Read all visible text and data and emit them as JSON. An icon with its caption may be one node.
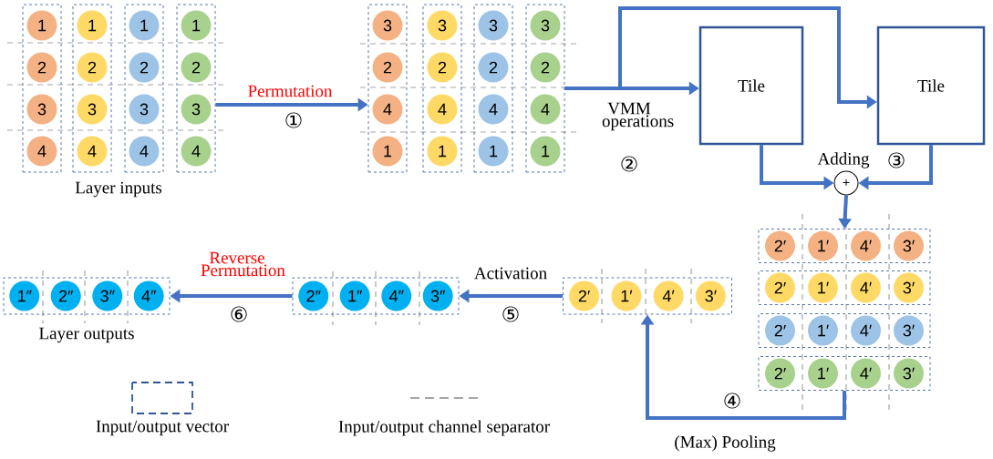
{
  "diagram": {
    "nodes": [
      {
        "text": [],
        "shape": "box"
      },
      {
        "text": [
          "1"
        ],
        "in": 0
      },
      {
        "text": [
          "2"
        ],
        "in": 0
      },
      {
        "text": [
          "3"
        ],
        "in": 0
      },
      {
        "text": [
          "4"
        ],
        "in": 0
      },
      {
        "text": [],
        "shape": "box"
      },
      {
        "text": [
          "1"
        ],
        "in": 5
      },
      {
        "text": [
          "2"
        ],
        "in": 5
      },
      {
        "text": [
          "3"
        ],
        "in": 5
      },
      {
        "text": [
          "4"
        ],
        "in": 5
      },
      {
        "text": [],
        "shape": "box"
      },
      {
        "text": [
          "1"
        ],
        "in": 10
      },
      {
        "text": [
          "2"
        ],
        "in": 10
      },
      {
        "text": [
          "3"
        ],
        "in": 10
      },
      {
        "text": [
          "4"
        ],
        "in": 10
      },
      {
        "text": [],
        "shape": "box"
      },
      {
        "text": [
          "1"
        ],
        "in": 15
      },
      {
        "text": [
          "2"
        ],
        "in": 15
      },
      {
        "text": [
          "3"
        ],
        "in": 15
      },
      {
        "text": [
          "4"
        ],
        "in": 15
      },
      {
        "text": [],
        "shape": "box"
      },
      {
        "text": [
          "3"
        ],
        "in": 20
      },
      {
        "text": [
          "2"
        ],
        "in": 20
      },
      {
        "text": [
          "4"
        ],
        "in": 20
      },
      {
        "text": [
          "1"
        ],
        "in": 20
      },
      {
        "text": [],
        "shape": "box"
      },
      {
        "text": [
          "3"
        ],
        "in": 25
      },
      {
        "text": [
          "2"
        ],
        "in": 25
      },
      {
        "text": [
          "4"
        ],
        "in": 25
      },
      {
        "text": [
          "1"
        ],
        "in": 25
      },
      {
        "text": [],
        "shape": "box"
      },
      {
        "text": [
          "3"
        ],
        "in": 30
      },
      {
        "text": [
          "2"
        ],
        "in": 30
      },
      {
        "text": [
          "4"
        ],
        "in": 30
      },
      {
        "text": [
          "1"
        ],
        "in": 30
      },
      {
        "text": [],
        "shape": "box"
      },
      {
        "text": [
          "3"
        ],
        "in": 35
      },
      {
        "text": [
          "2"
        ],
        "in": 35
      },
      {
        "text": [
          "4"
        ],
        "in": 35
      },
      {
        "text": [
          "1"
        ],
        "in": 35
      },
      {
        "text": [
          "Tile"
        ]
      },
      {
        "text": [
          "Tile"
        ]
      },
      {
        "text": [
          "+"
        ],
        "beside": [
          "Adding"
        ]
      },
      {
        "text": [],
        "shape": "box"
      },
      {
        "text": [
          "2′"
        ],
        "in": 43
      },
      {
        "text": [
          "1′"
        ],
        "in": 43
      },
      {
        "text": [
          "4′"
        ],
        "in": 43
      },
      {
        "text": [
          "3′"
        ],
        "in": 43
      },
      {
        "text": [],
        "shape": "box"
      },
      {
        "text": [
          "2′"
        ],
        "in": 48
      },
      {
        "text": [
          "1′"
        ],
        "in": 48
      },
      {
        "text": [
          "4′"
        ],
        "in": 48
      },
      {
        "text": [
          "3′"
        ],
        "in": 48
      },
      {
        "text": [],
        "shape": "box"
      },
      {
        "text": [
          "2′"
        ],
        "in": 53
      },
      {
        "text": [
          "1′"
        ],
        "in": 53
      },
      {
        "text": [
          "4′"
        ],
        "in": 53
      },
      {
        "text": [
          "3′"
        ],
        "in": 53
      },
      {
        "text": [],
        "shape": "box"
      },
      {
        "text": [
          "2′"
        ],
        "in": 58
      },
      {
        "text": [
          "1′"
        ],
        "in": 58
      },
      {
        "text": [
          "4′"
        ],
        "in": 58
      },
      {
        "text": [
          "3′"
        ],
        "in": 58
      },
      {
        "text": [],
        "shape": "box"
      },
      {
        "text": [
          "2′"
        ],
        "in": 63
      },
      {
        "text": [
          "1′"
        ],
        "in": 63
      },
      {
        "text": [
          "4′"
        ],
        "in": 63
      },
      {
        "text": [
          "3′"
        ],
        "in": 63
      },
      {
        "text": [],
        "shape": "box"
      },
      {
        "text": [
          "2″"
        ],
        "in": 68
      },
      {
        "text": [
          "1″"
        ],
        "in": 68
      },
      {
        "text": [
          "4″"
        ],
        "in": 68
      },
      {
        "text": [
          "3″"
        ],
        "in": 68
      },
      {
        "text": [],
        "shape": "box"
      },
      {
        "text": [
          "1″"
        ],
        "in": 73
      },
      {
        "text": [
          "2″"
        ],
        "in": 73
      },
      {
        "text": [
          "3″"
        ],
        "in": 73
      },
      {
        "text": [
          "4″"
        ],
        "in": 73
      }
    ],
    "edges": [
      {
        "from": 15,
        "to": 20,
        "arrow": "to",
        "label": "Permutation"
      },
      {
        "from": 35,
        "to": 40,
        "arrow": "to",
        "label": "VMM operations"
      },
      {
        "from": 35,
        "to": 41,
        "arrow": "to"
      },
      {
        "from": 40,
        "to": 42,
        "arrow": "to"
      },
      {
        "from": 41,
        "to": 42,
        "arrow": "to"
      },
      {
        "from": 42,
        "to": 43,
        "arrow": "to"
      },
      {
        "from": 58,
        "to": 63,
        "arrow": "to",
        "label": "(Max) Pooling"
      },
      {
        "from": 63,
        "to": 68,
        "arrow": "to",
        "label": "Activation"
      },
      {
        "from": 68,
        "to": 73,
        "arrow": "to",
        "label": "Reverse Permutation"
      }
    ],
    "labels": [
      "①",
      "②",
      "③",
      "④",
      "⑤",
      "⑥",
      "Layer inputs",
      "Layer outputs"
    ],
    "legend": [
      {
        "text": "Input/output vector"
      },
      {
        "text": "Input/output channel separator"
      }
    ]
  }
}
